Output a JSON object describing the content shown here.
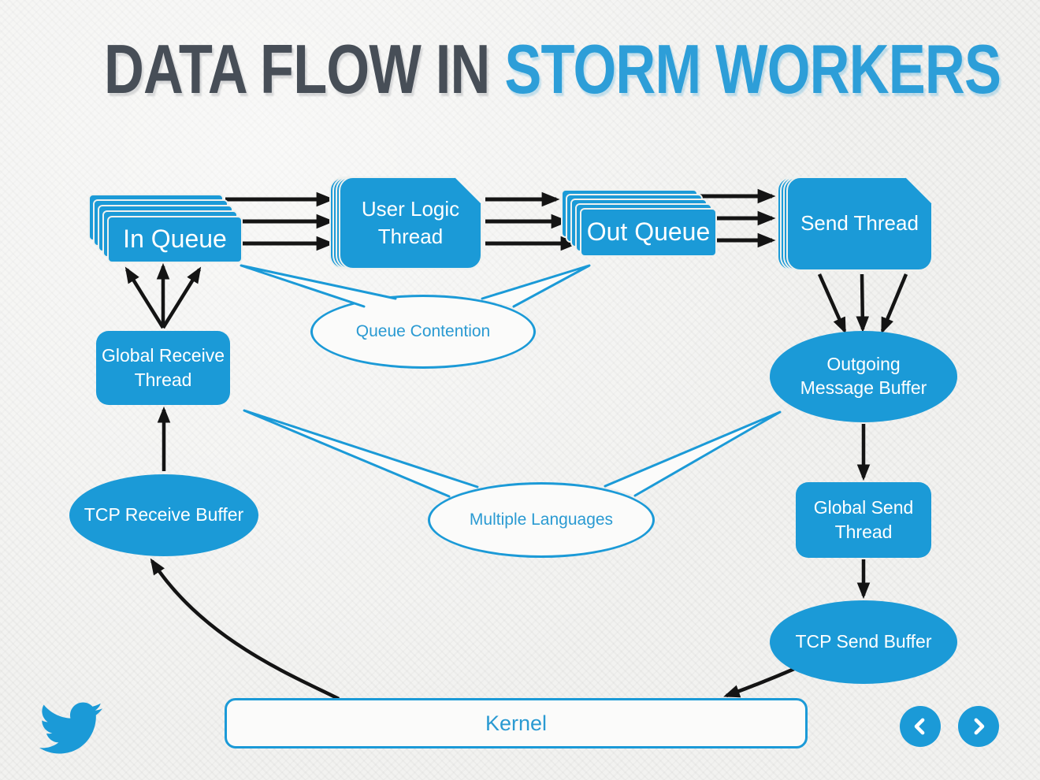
{
  "slide": {
    "title": {
      "prefix": "DATA FLOW IN ",
      "highlight": "STORM WORKERS"
    }
  },
  "colors": {
    "accent": "#1b9ad7",
    "title_dark": "#474e57",
    "title_blue": "#2d9ed8",
    "callout_text": "#2a9ad2",
    "background": "#f2f2f0",
    "arrow": "#141414"
  },
  "nodes": {
    "in_queue": {
      "label": "In Queue"
    },
    "user_logic_thread": {
      "label": "User Logic\nThread"
    },
    "out_queue": {
      "label": "Out Queue"
    },
    "send_thread": {
      "label": "Send Thread"
    },
    "global_receive_thread": {
      "label": "Global Receive\nThread"
    },
    "outgoing_message_buffer": {
      "label": "Outgoing\nMessage Buffer"
    },
    "tcp_receive_buffer": {
      "label": "TCP Receive Buffer"
    },
    "global_send_thread": {
      "label": "Global Send\nThread"
    },
    "tcp_send_buffer": {
      "label": "TCP Send Buffer"
    },
    "kernel": {
      "label": "Kernel"
    }
  },
  "callouts": {
    "queue_contention": {
      "label": "Queue Contention"
    },
    "multiple_languages": {
      "label": "Multiple Languages"
    }
  },
  "icons": {
    "logo": "twitter-bird-icon",
    "nav_prev": "chevron-left-icon",
    "nav_next": "chevron-right-icon"
  }
}
